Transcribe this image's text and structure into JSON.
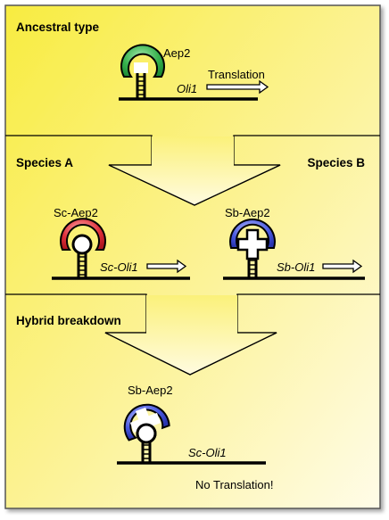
{
  "panels": {
    "ancestral": {
      "heading": "Ancestral type",
      "protein_label": "Aep2",
      "mrna_label": "Oli1",
      "translation_label": "Translation"
    },
    "species": {
      "left_heading": "Species A",
      "right_heading": "Species B",
      "left": {
        "protein_label": "Sc-Aep2",
        "mrna_label": "Sc-Oli1"
      },
      "right": {
        "protein_label": "Sb-Aep2",
        "mrna_label": "Sb-Oli1"
      }
    },
    "hybrid": {
      "heading": "Hybrid breakdown",
      "protein_label": "Sb-Aep2",
      "mrna_label": "Sc-Oli1",
      "outcome": "No Translation!"
    }
  },
  "colors": {
    "background_yellow": "#f8ec40",
    "background_fade": "#fffbe0",
    "green_protein": "#2fae4a",
    "red_protein": "#e0303a",
    "blue_protein": "#4a5ae0",
    "outline": "#000000"
  }
}
